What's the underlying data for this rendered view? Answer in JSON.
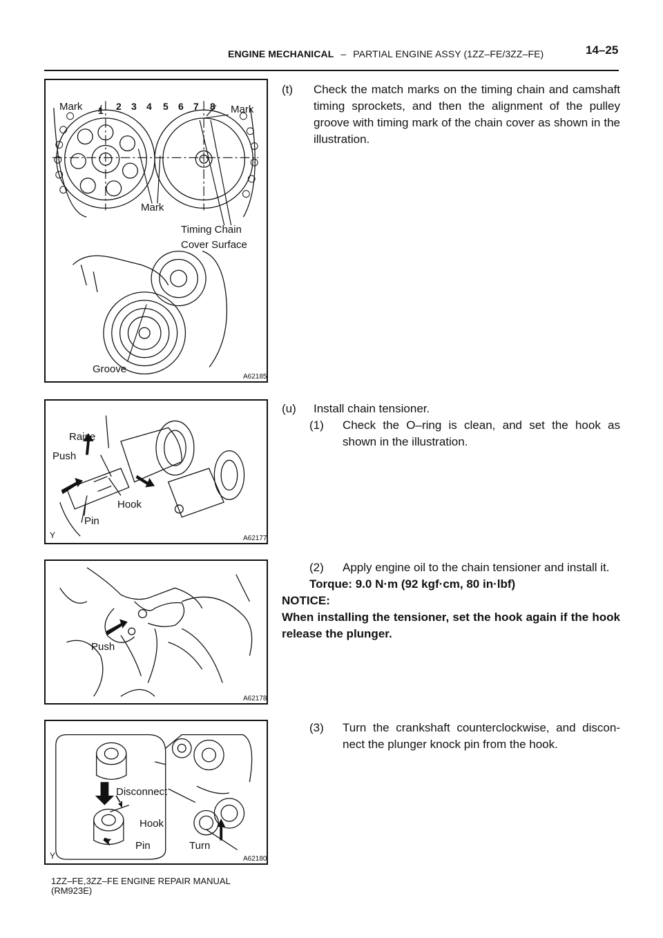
{
  "header": {
    "section": "ENGINE MECHANICAL",
    "separator": "–",
    "subsection": "PARTIAL ENGINE ASSY (1ZZ–FE/3ZZ–FE)",
    "page_number": "14–25"
  },
  "figures": [
    {
      "code": "A62185",
      "labels": {
        "mark_left": "Mark",
        "mark_right": "Mark",
        "mark_center": "Mark",
        "timing_chain_line1": "Timing Chain",
        "timing_chain_line2": "Cover Surface",
        "groove": "Groove",
        "numbers": [
          "1",
          "2",
          "3",
          "4",
          "5",
          "6",
          "7",
          "8"
        ]
      }
    },
    {
      "code": "A62177",
      "y_mark": "Y",
      "labels": {
        "raise": "Raise",
        "push": "Push",
        "hook": "Hook",
        "pin": "Pin"
      }
    },
    {
      "code": "A62178",
      "labels": {
        "push": "Push"
      }
    },
    {
      "code": "A62180",
      "y_mark": "Y",
      "labels": {
        "disconnect": "Disconnect",
        "hook": "Hook",
        "pin": "Pin",
        "turn": "Turn"
      }
    }
  ],
  "steps": {
    "t": {
      "marker": "(t)",
      "text": "Check the match marks on the timing chain and camshaft timing sprockets, and then the alignment of the pulley groove with timing mark of the chain cover as shown in the illustration."
    },
    "u": {
      "marker": "(u)",
      "text": "Install chain tensioner."
    },
    "u1": {
      "marker": "(1)",
      "text": "Check the O–ring is clean, and set the hook as shown in the illustration."
    },
    "u2": {
      "marker": "(2)",
      "text": "Apply engine oil to the chain tensioner and install it."
    },
    "torque": "Torque: 9.0 N·m (92 kgf·cm, 80 in·lbf)",
    "notice_title": "NOTICE:",
    "notice_text": "When installing the tensioner, set the hook again if the hook release the plunger.",
    "u3": {
      "marker": "(3)",
      "text": "Turn the crankshaft counterclockwise, and discon- nect the plunger knock pin from the hook."
    }
  },
  "footer": {
    "line1": "1ZZ–FE,3ZZ–FE ENGINE REPAIR MANUAL",
    "line2": "(RM923E)"
  }
}
